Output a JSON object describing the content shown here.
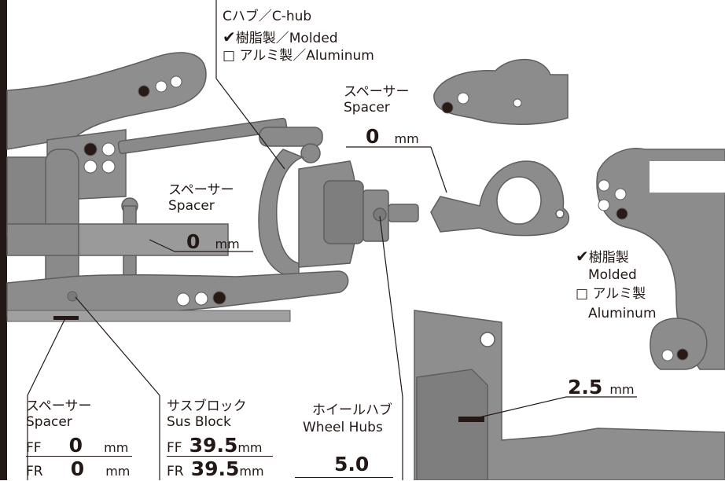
{
  "chub": {
    "title": "Cハブ／C-hub",
    "check_mark": "✔",
    "option_checked": "樹脂製／Molded",
    "box_mark": "□",
    "option_unchecked": "アルミ製／Aluminum"
  },
  "spacer_top": {
    "jp": "スペーサー",
    "en": "Spacer",
    "value": "0",
    "unit": "mm"
  },
  "spacer_left": {
    "jp": "スペーサー",
    "en": "Spacer",
    "value": "0",
    "unit": "mm"
  },
  "rear_hub": {
    "check_mark": "✔",
    "checked_jp": "樹脂製",
    "checked_en": "Molded",
    "box_mark": "□",
    "unchecked_jp": "アルミ製",
    "unchecked_en": "Aluminum"
  },
  "spacer_table": {
    "jp": "スペーサー",
    "en": "Spacer",
    "rows": [
      {
        "label": "FF",
        "value": "0",
        "unit": "mm"
      },
      {
        "label": "FR",
        "value": "0",
        "unit": "mm"
      }
    ]
  },
  "sus_block": {
    "jp": "サスブロック",
    "en": "Sus Block",
    "rows": [
      {
        "label": "FF",
        "value": "39.5",
        "unit": "mm"
      },
      {
        "label": "FR",
        "value": "39.5",
        "unit": "mm"
      }
    ]
  },
  "wheel_hubs": {
    "jp": "ホイールハブ",
    "en": "Wheel Hubs",
    "value": "5.0"
  },
  "spacer_right": {
    "value": "2.5",
    "unit": "mm"
  },
  "colors": {
    "part_gray": "#8e8e8e",
    "part_dark": "#6a6a6a",
    "ink": "#231815",
    "hole_black": "#2a1a16"
  }
}
